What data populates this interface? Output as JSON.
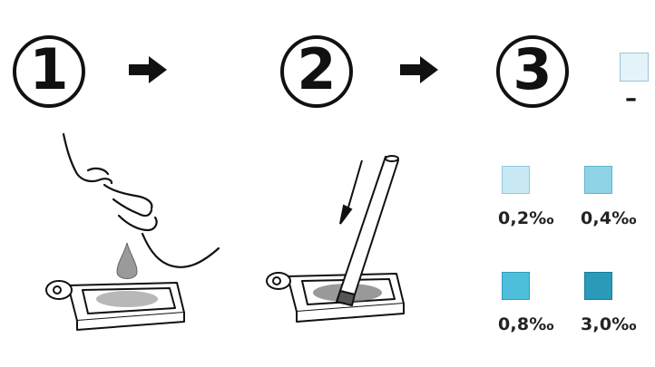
{
  "steps": [
    {
      "number": "1"
    },
    {
      "number": "2"
    },
    {
      "number": "3"
    }
  ],
  "negative": {
    "label": "–",
    "color": "#e4f3fa"
  },
  "scale": [
    {
      "label": "0,2‰",
      "color": "#c9e9f4",
      "border": "#8fc9df"
    },
    {
      "label": "0,4‰",
      "color": "#8fd3e7",
      "border": "#5fb5cf"
    },
    {
      "label": "0,8‰",
      "color": "#4dbfdb",
      "border": "#2c9fbf"
    },
    {
      "label": "3,0‰",
      "color": "#2a9ab8",
      "border": "#177d99"
    }
  ]
}
